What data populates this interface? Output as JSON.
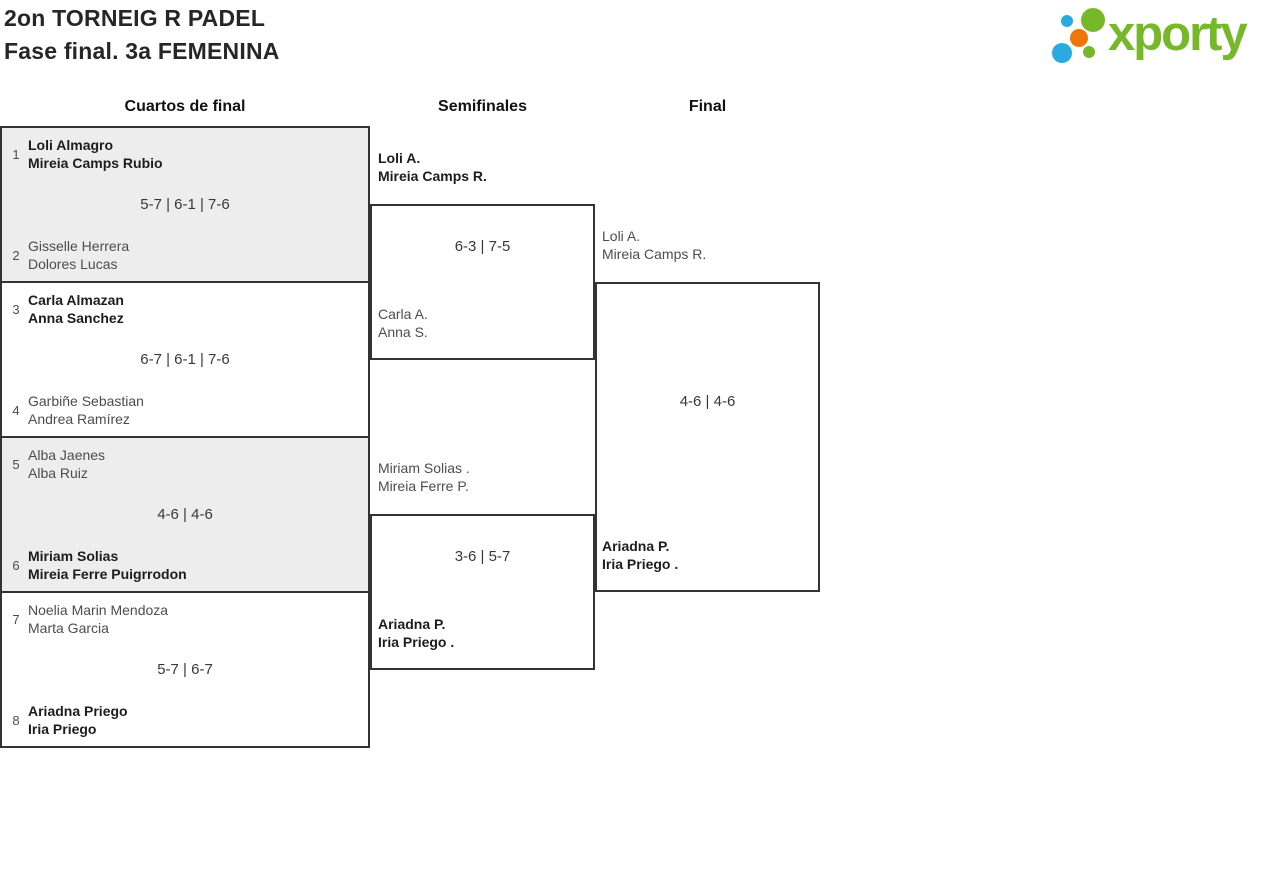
{
  "title": {
    "line1": "2on TORNEIG R PADEL",
    "line2": "Fase final. 3a FEMENINA"
  },
  "logo": {
    "text": "xporty",
    "colors": {
      "green": "#76b82a",
      "blue": "#29abe2",
      "orange": "#ee7509"
    }
  },
  "colors": {
    "box_border": "#333333",
    "shaded_match_bg": "#ededed",
    "winner_text": "#1d1d1d",
    "loser_text": "#4d4d4d"
  },
  "columns": [
    {
      "label": "Cuartos de final"
    },
    {
      "label": "Semifinales"
    },
    {
      "label": "Final"
    }
  ],
  "bracket": {
    "quarterfinals": [
      {
        "seed_top": "1",
        "team_top": {
          "line1": "Loli Almagro",
          "line2": "Mireia Camps Rubio",
          "winner": true
        },
        "score": "5-7 | 6-1 | 7-6",
        "seed_bottom": "2",
        "team_bottom": {
          "line1": "Gisselle Herrera",
          "line2": "Dolores Lucas",
          "winner": false
        }
      },
      {
        "seed_top": "3",
        "team_top": {
          "line1": "Carla Almazan",
          "line2": "Anna Sanchez",
          "winner": true
        },
        "score": "6-7 | 6-1 | 7-6",
        "seed_bottom": "4",
        "team_bottom": {
          "line1": "Garbiñe Sebastian",
          "line2": "Andrea Ramírez",
          "winner": false
        }
      },
      {
        "seed_top": "5",
        "team_top": {
          "line1": "Alba Jaenes",
          "line2": "Alba Ruiz",
          "winner": false
        },
        "score": "4-6 | 4-6",
        "seed_bottom": "6",
        "team_bottom": {
          "line1": "Miriam Solias",
          "line2": "Mireia Ferre Puigrrodon",
          "winner": true
        }
      },
      {
        "seed_top": "7",
        "team_top": {
          "line1": "Noelia Marin Mendoza",
          "line2": "Marta Garcia",
          "winner": false
        },
        "score": "5-7 | 6-7",
        "seed_bottom": "8",
        "team_bottom": {
          "line1": "Ariadna Priego",
          "line2": "Iria Priego",
          "winner": true
        }
      }
    ],
    "semifinals": [
      {
        "team_top": {
          "line1": "Loli A.",
          "line2": "Mireia Camps R.",
          "winner": true
        },
        "score": "6-3 | 7-5",
        "team_bottom": {
          "line1": "Carla A.",
          "line2": "Anna S.",
          "winner": false
        }
      },
      {
        "team_top": {
          "line1": "Miriam Solias .",
          "line2": "Mireia Ferre P.",
          "winner": false
        },
        "score": "3-6 | 5-7",
        "team_bottom": {
          "line1": "Ariadna P.",
          "line2": "Iria Priego .",
          "winner": true
        }
      }
    ],
    "final": {
      "team_top": {
        "line1": "Loli A.",
        "line2": "Mireia Camps R.",
        "winner": false
      },
      "score": "4-6 | 4-6",
      "team_bottom": {
        "line1": "Ariadna P.",
        "line2": "Iria Priego .",
        "winner": true
      }
    }
  }
}
